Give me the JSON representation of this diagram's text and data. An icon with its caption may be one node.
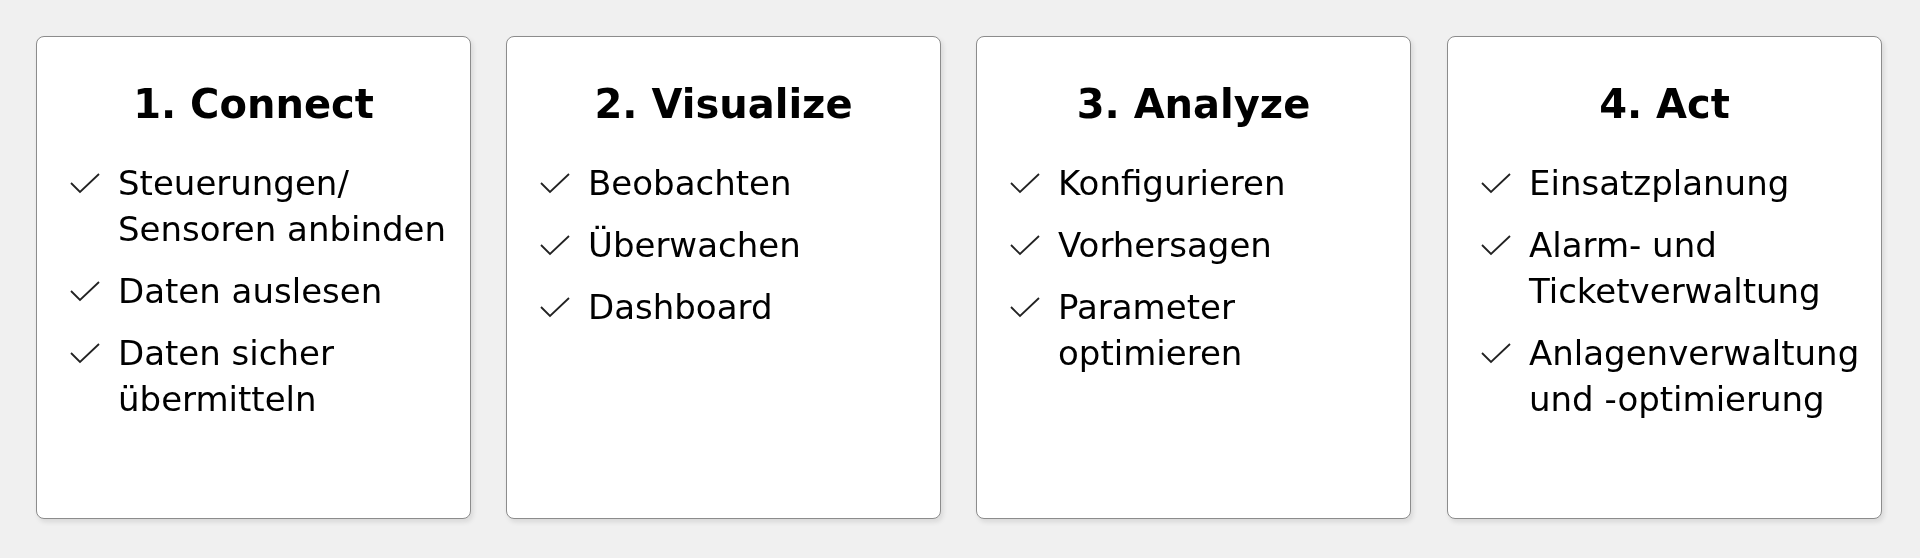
{
  "diagram": {
    "nodes": [
      {
        "text": [
          "1. Connect",
          "Steuerungen/Sensoren anbinden",
          "Daten auslesen",
          "Daten sicher übermitteln"
        ]
      },
      {
        "text": [
          "2. Visualize",
          "Beobachten",
          "Überwachen",
          "Dashboard"
        ]
      },
      {
        "text": [
          "3. Analyze",
          "Konfigurieren",
          "Vorhersagen",
          "Parameter optimieren"
        ]
      },
      {
        "text": [
          "4. Act",
          "Einsatzplanung",
          "Alarm- und Ticketverwaltung",
          "Anlagenverwaltung und -optimierung"
        ]
      }
    ]
  }
}
